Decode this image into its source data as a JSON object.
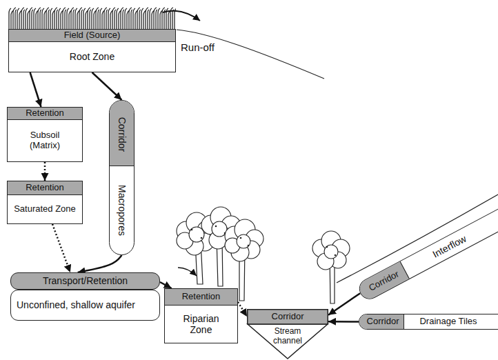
{
  "diagram": {
    "nodes": [
      {
        "text": [
          "Field (Source)",
          "Root Zone"
        ]
      },
      {
        "text": [
          "Retention",
          "Subsoil (Matrix)"
        ]
      },
      {
        "text": [
          "Corridor",
          "Macropores"
        ]
      },
      {
        "text": [
          "Retention",
          "Saturated Zone"
        ]
      },
      {
        "text": [
          "Transport/Retention",
          "Unconfined, shallow aquifer"
        ]
      },
      {
        "text": [
          "Retention",
          "Riparian Zone"
        ]
      },
      {
        "text": [
          "Corridor",
          "Stream channel"
        ]
      },
      {
        "text": [
          "Corridor",
          "Interflow"
        ]
      },
      {
        "text": [
          "Corridor",
          "Drainage Tiles"
        ]
      }
    ],
    "edges": [
      {
        "from": 0,
        "to": 1,
        "arrow": "to"
      },
      {
        "from": 0,
        "to": 2,
        "arrow": "to"
      },
      {
        "from": 1,
        "to": 3,
        "arrow": "to"
      },
      {
        "from": 3,
        "to": 4,
        "arrow": "to"
      },
      {
        "from": 2,
        "to": 4,
        "arrow": "to"
      },
      {
        "from": 4,
        "to": 5,
        "arrow": "to"
      },
      {
        "from": 5,
        "to": 6,
        "arrow": "to"
      },
      {
        "from": 7,
        "to": 6,
        "arrow": "to"
      },
      {
        "from": 8,
        "to": 6,
        "arrow": "to"
      }
    ],
    "labels": [
      "Run-off"
    ]
  }
}
